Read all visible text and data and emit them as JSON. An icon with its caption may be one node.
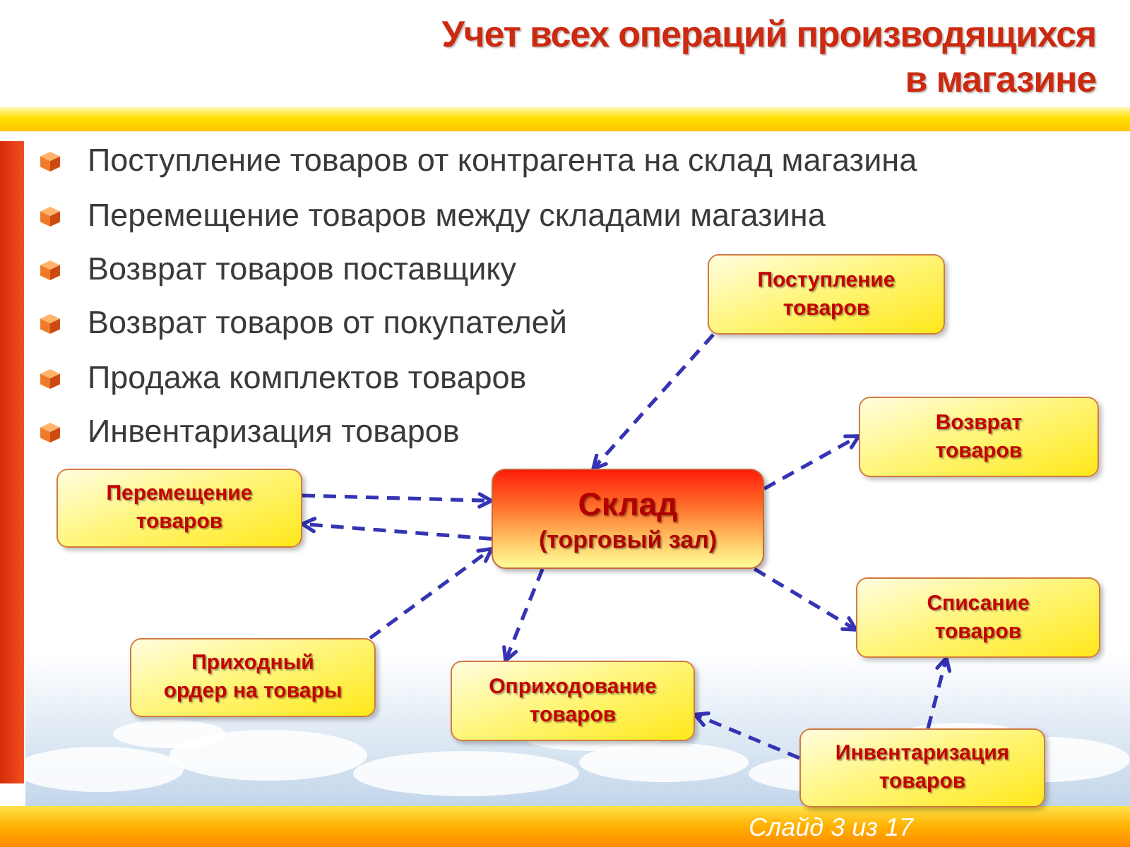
{
  "diagram": {
    "title": "Учет всех операций производящихся в магазине",
    "nodes": [
      {
        "text": [
          "Поступление товаров"
        ]
      },
      {
        "text": [
          "Возврат товаров"
        ]
      },
      {
        "text": [
          "Перемещение товаров"
        ]
      },
      {
        "text": [
          "Склад",
          "(торговый зал)"
        ]
      },
      {
        "text": [
          "Списание товаров"
        ]
      },
      {
        "text": [
          "Приходный ордер на товары"
        ]
      },
      {
        "text": [
          "Оприходование товаров"
        ]
      },
      {
        "text": [
          "Инвентаризация товаров"
        ]
      }
    ],
    "edges": [
      {
        "from": 2,
        "to": 3,
        "arrow": "to"
      },
      {
        "from": 3,
        "to": 2,
        "arrow": "to"
      },
      {
        "from": 0,
        "to": 3,
        "arrow": "to"
      },
      {
        "from": 3,
        "to": 1,
        "arrow": "to"
      },
      {
        "from": 3,
        "to": 4,
        "arrow": "to"
      },
      {
        "from": 5,
        "to": 3,
        "arrow": "to"
      },
      {
        "from": 3,
        "to": 6,
        "arrow": "to"
      },
      {
        "from": 7,
        "to": 6,
        "arrow": "to"
      },
      {
        "from": 7,
        "to": 4,
        "arrow": "to"
      }
    ],
    "labels": [
      "Поступление товаров от контрагента на склад магазина",
      "Перемещение товаров между складами магазина",
      "Возврат товаров поставщику",
      "Возврат товаров от покупателей",
      "Продажа комплектов товаров",
      "Инвентаризация товаров",
      "Слайд 3 из 17"
    ]
  }
}
